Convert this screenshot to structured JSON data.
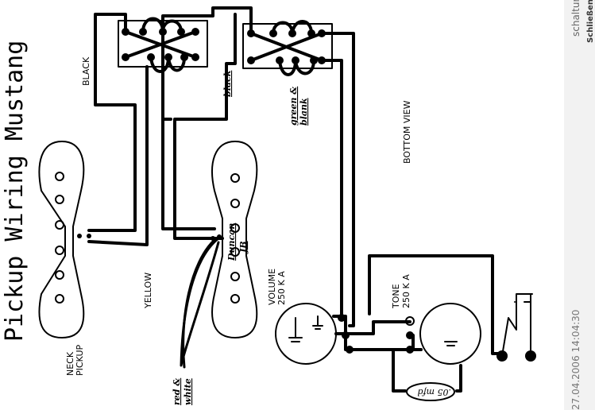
{
  "diagram": {
    "title": "Pickup Wiring Mustang",
    "labels": {
      "black_upper": "BLACK",
      "black_lower": "black",
      "green_line1": "green &",
      "green_line2": "blank",
      "bottom_view": "BOTTOM VIEW",
      "yellow": "YELLOW",
      "neck_line1": "NECK",
      "neck_line2": "PICKUP",
      "duncan_line1": "Duncan",
      "duncan_line2": "JB",
      "red_line1": "red &",
      "red_line2": "white",
      "volume_line1": "VOLUME",
      "volume_line2": "250 K A",
      "tone_line1": "TONE",
      "tone_line2": "250 K A",
      "capacitor": ".05 mfd"
    }
  },
  "side_panel": {
    "filename": "schaltung.GIF",
    "close_label": "Schließen",
    "timestamp": "27.04.2006 14:04:30"
  }
}
